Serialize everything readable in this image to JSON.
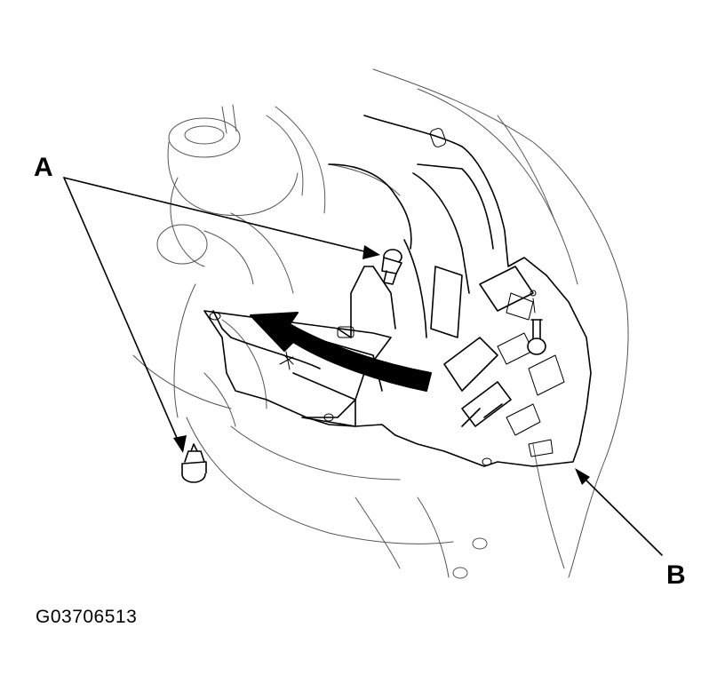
{
  "callouts": {
    "a_label": "A",
    "b_label": "B"
  },
  "figure_id": "G03706513",
  "colors": {
    "line": "#000000",
    "background": "#ffffff"
  }
}
